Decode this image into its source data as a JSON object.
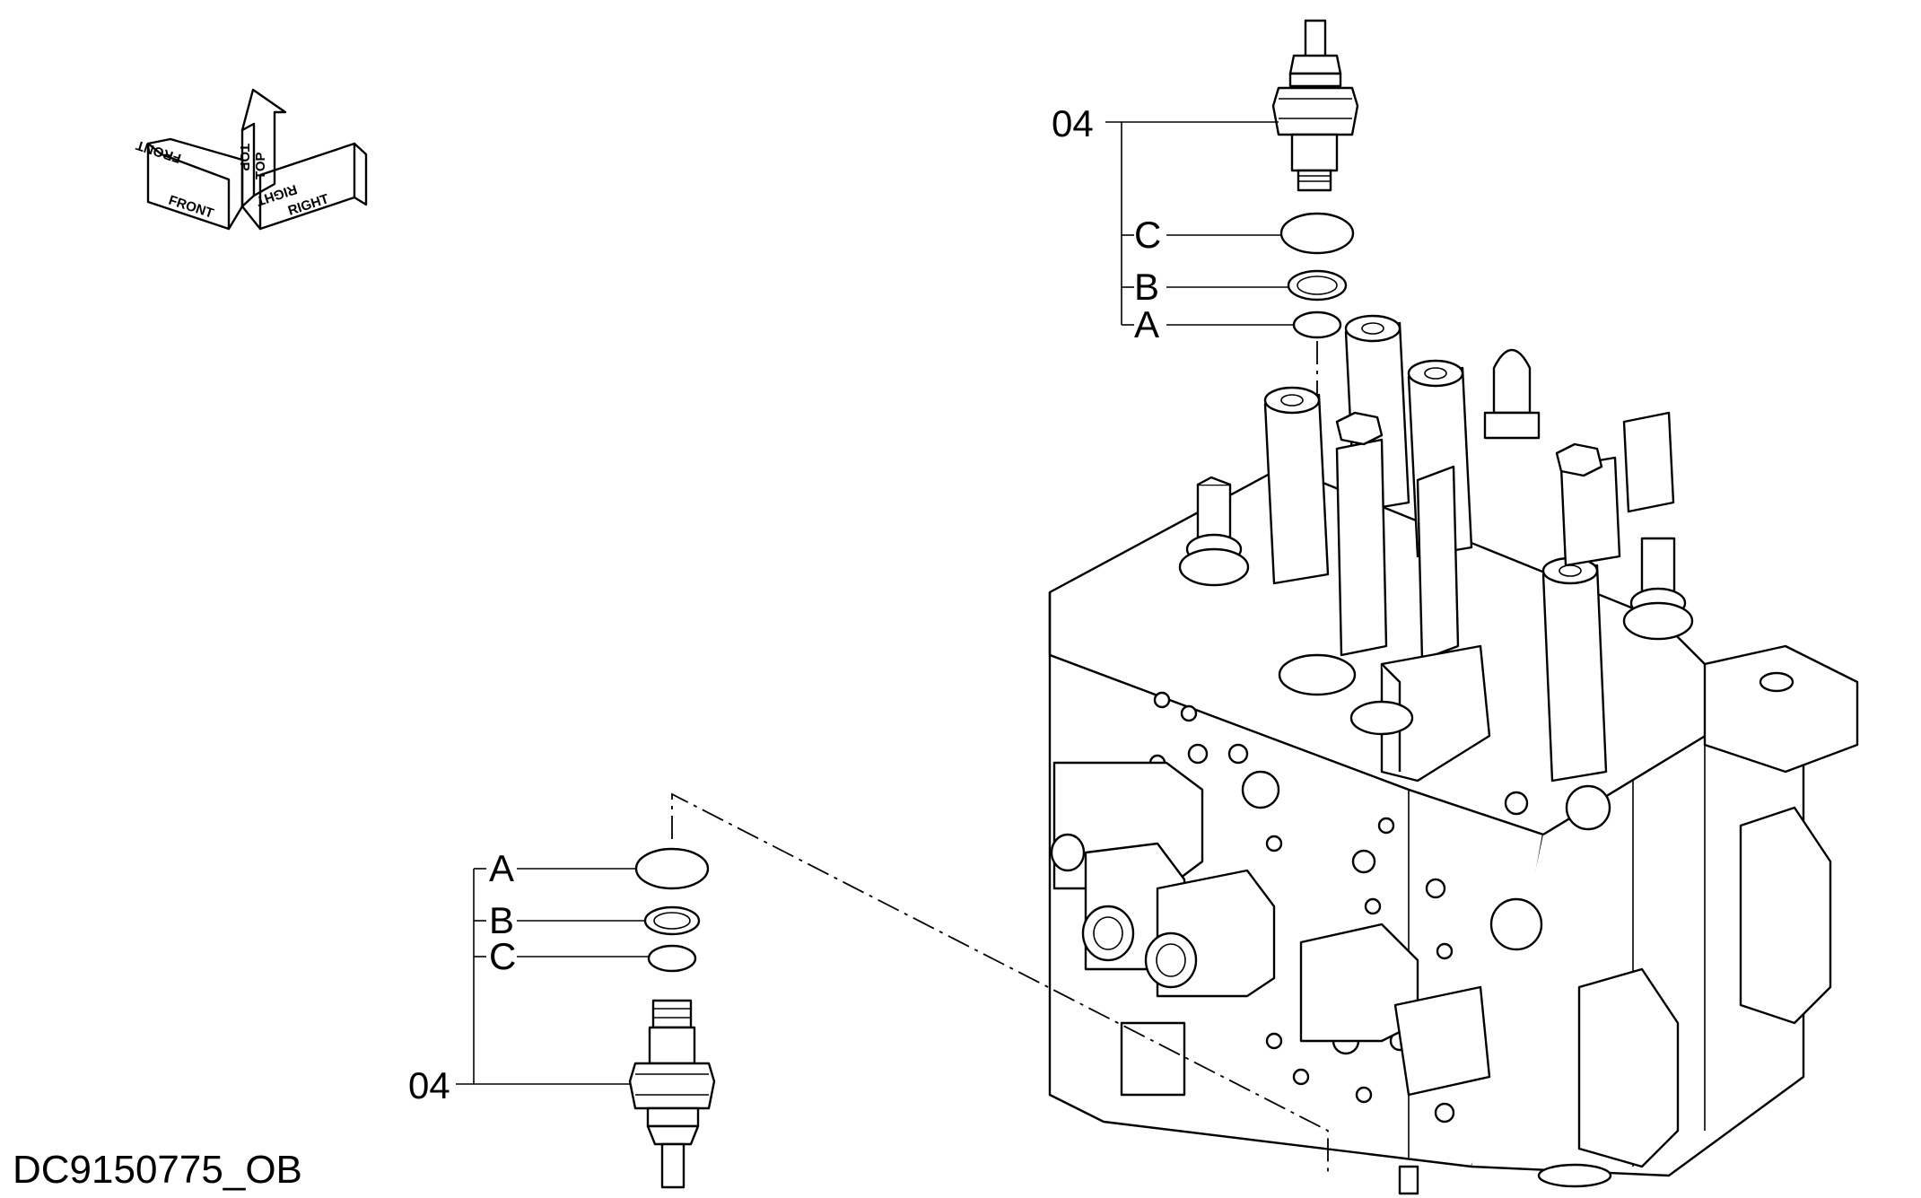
{
  "drawing_id": "DC9150775_OB",
  "orientation": {
    "front": "FRONT",
    "top": "TOP",
    "right": "RIGHT"
  },
  "callouts": {
    "top": {
      "part": "04",
      "a": "A",
      "b": "B",
      "c": "C"
    },
    "bottom": {
      "part": "04",
      "a": "A",
      "b": "B",
      "c": "C"
    }
  }
}
